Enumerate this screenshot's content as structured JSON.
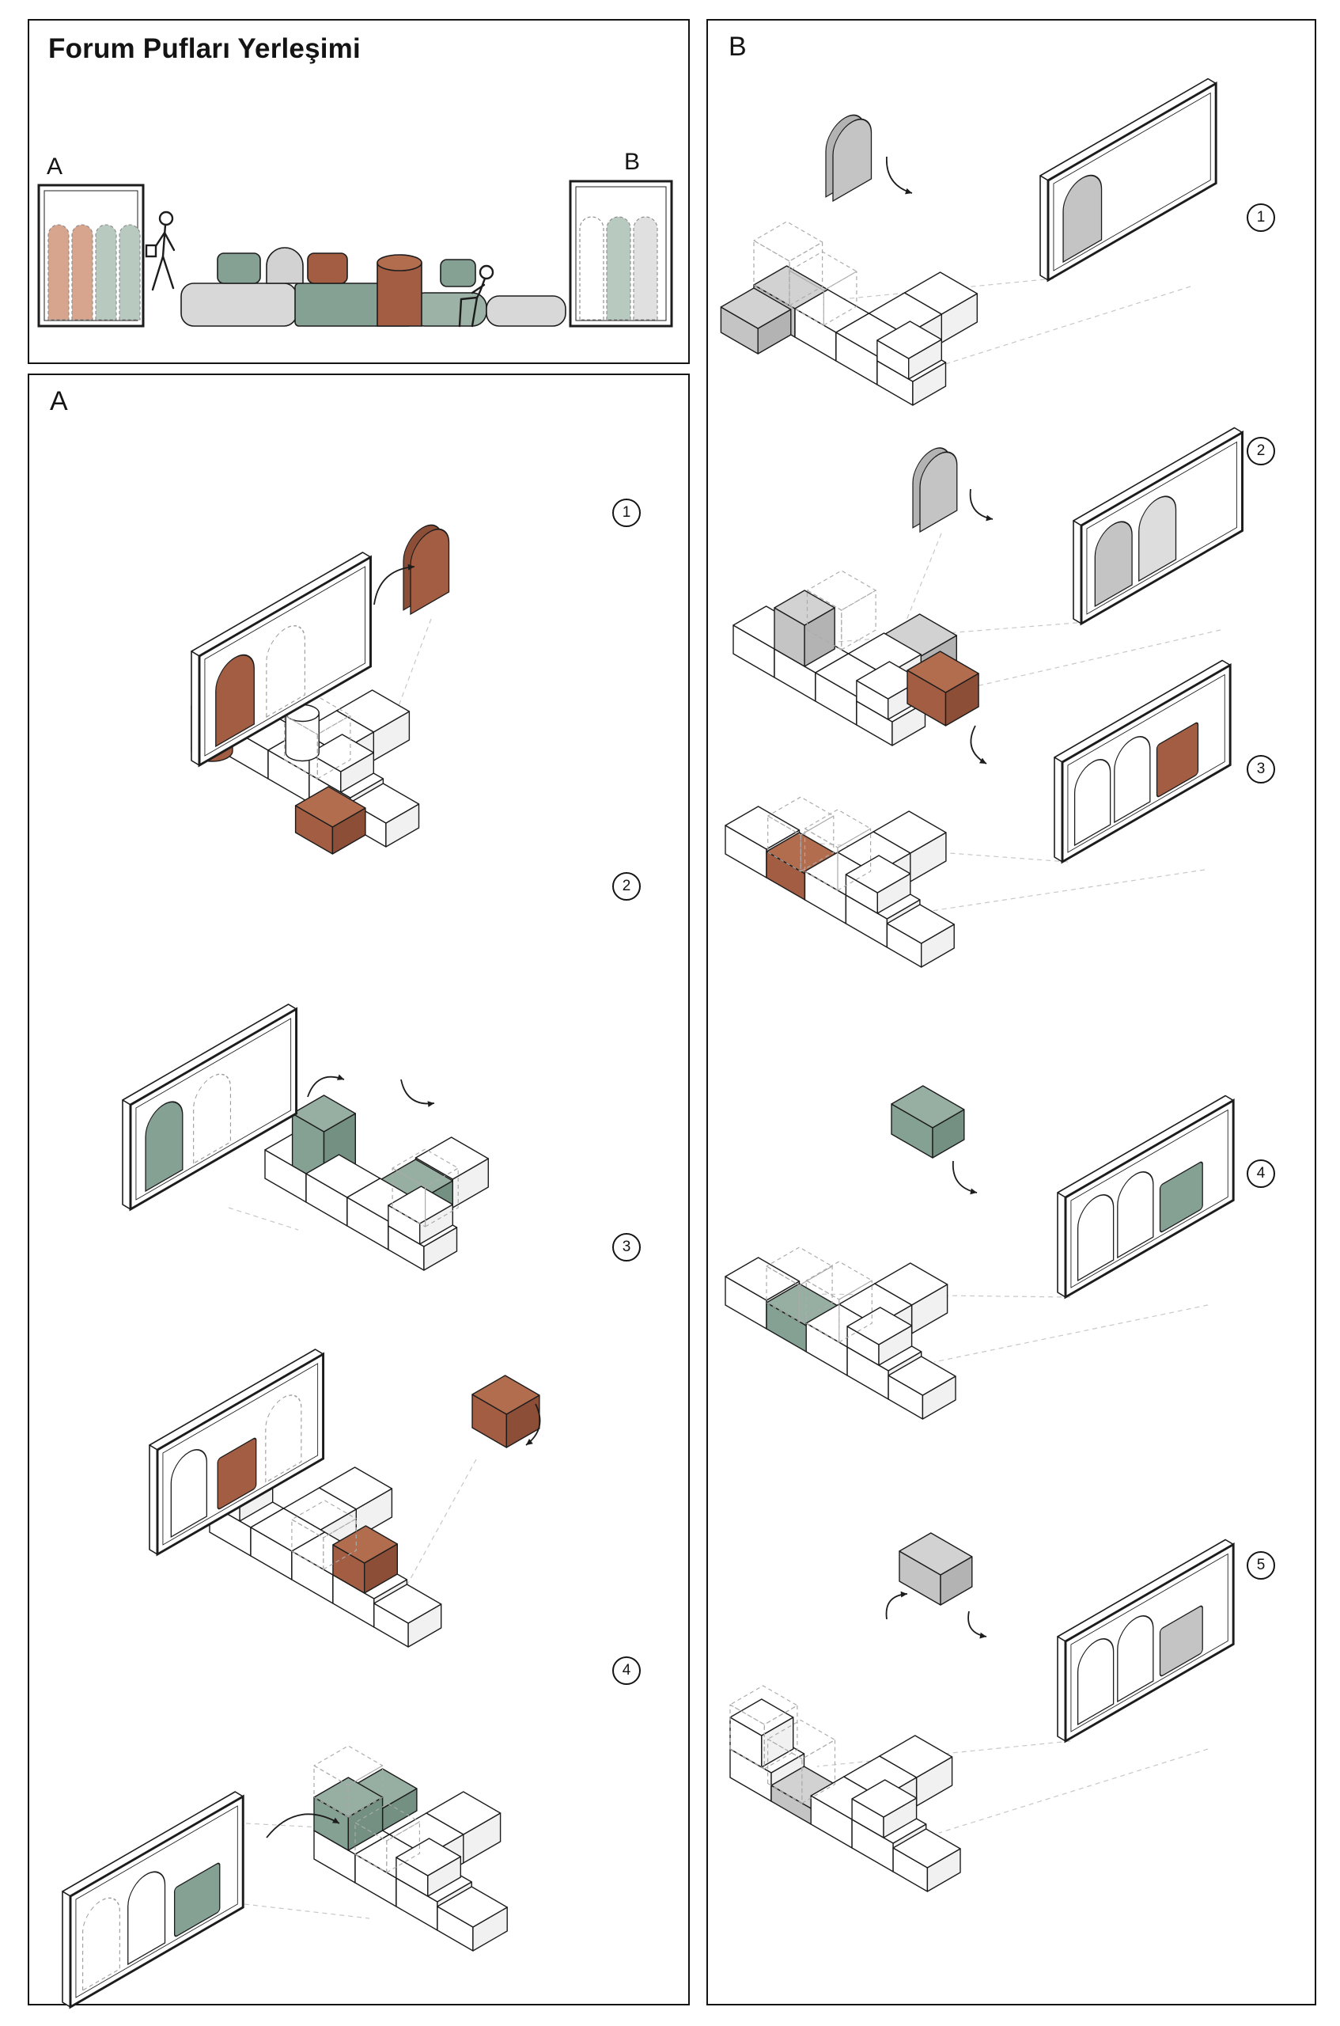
{
  "title": "Forum Pufları Yerleşimi",
  "overview": {
    "cabinet_a_label": "A",
    "cabinet_b_label": "B"
  },
  "panel_a": {
    "label": "A",
    "steps": [
      {
        "number": "1",
        "accent": "terracotta",
        "piece": "arch-pouf"
      },
      {
        "number": "2",
        "accent": "sage",
        "piece": "box-pouf"
      },
      {
        "number": "3",
        "accent": "terracotta",
        "piece": "cube-pouf"
      },
      {
        "number": "4",
        "accent": "sage",
        "piece": "cube-pouf"
      }
    ]
  },
  "panel_b": {
    "label": "B",
    "steps": [
      {
        "number": "1",
        "accent": "gray",
        "piece": "arch-pouf"
      },
      {
        "number": "2",
        "accent": "gray",
        "piece": "arch-pouf"
      },
      {
        "number": "3",
        "accent": "terracotta",
        "piece": "box-pouf"
      },
      {
        "number": "4",
        "accent": "sage",
        "piece": "box-pouf"
      },
      {
        "number": "5",
        "accent": "gray",
        "piece": "box-pouf"
      }
    ]
  },
  "colors": {
    "terracotta": "#A9613F",
    "sage": "#8FA89B",
    "gray": "#C9C9C9",
    "outline": "#1C1C1C",
    "ghost": "#ABABAB"
  }
}
